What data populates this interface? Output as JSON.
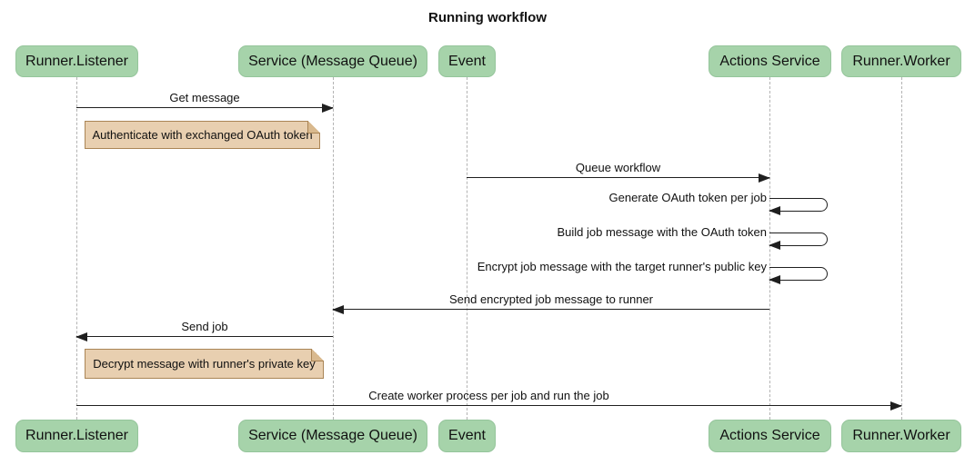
{
  "title": "Running workflow",
  "colors": {
    "actor_fill": "#a6d3aa",
    "actor_border": "#95c59b",
    "note_fill": "#e8cfb0",
    "note_border": "#aa8556",
    "note_fold": "#d9b98e",
    "line": "#1f1f1f",
    "lifeline": "#b3b3b3",
    "background": "#ffffff",
    "text": "#111111"
  },
  "actors": [
    {
      "label": "Runner.Listener"
    },
    {
      "label": "Service (Message Queue)"
    },
    {
      "label": "Event"
    },
    {
      "label": "Actions Service"
    },
    {
      "label": "Runner.Worker"
    }
  ],
  "messages": [
    {
      "label": "Get message",
      "from": "Runner.Listener",
      "to": "Service (Message Queue)"
    },
    {
      "label": "Queue workflow",
      "from": "Event",
      "to": "Actions Service"
    },
    {
      "label": "Generate OAuth token per job",
      "from": "Actions Service",
      "to": "Actions Service"
    },
    {
      "label": "Build job message with the OAuth token",
      "from": "Actions Service",
      "to": "Actions Service"
    },
    {
      "label": "Encrypt job message with the target runner's public key",
      "from": "Actions Service",
      "to": "Actions Service"
    },
    {
      "label": "Send encrypted job message to runner",
      "from": "Actions Service",
      "to": "Service (Message Queue)"
    },
    {
      "label": "Send job",
      "from": "Service (Message Queue)",
      "to": "Runner.Listener"
    },
    {
      "label": "Create worker process per job and run the job",
      "from": "Runner.Listener",
      "to": "Runner.Worker"
    }
  ],
  "notes": [
    {
      "text": "Authenticate with exchanged OAuth token"
    },
    {
      "text": "Decrypt message with runner's private key"
    }
  ]
}
